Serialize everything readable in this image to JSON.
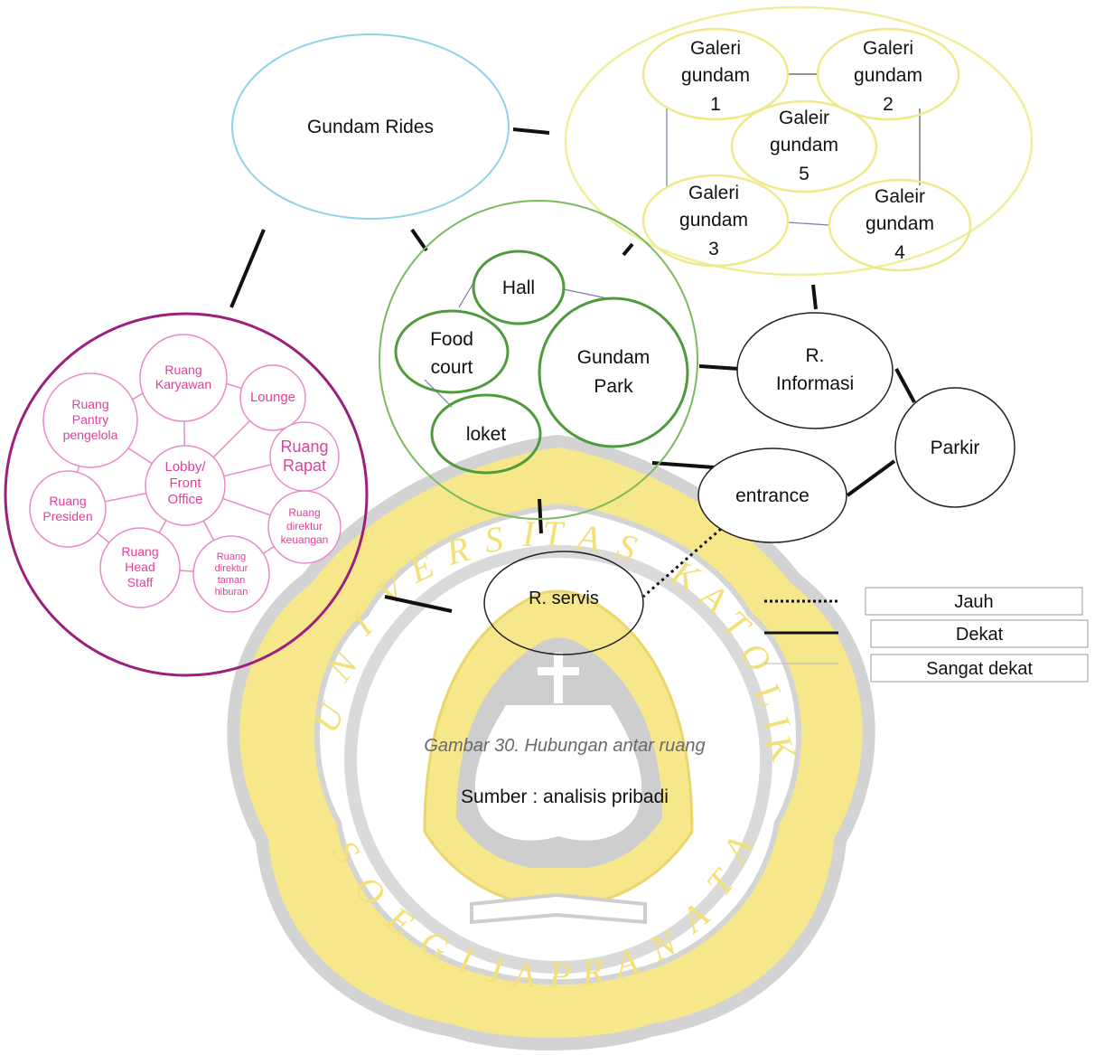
{
  "watermark": {
    "name": "Universitas Katolik Soegijapranata seal",
    "top_text": "UNIVERSITAS KATOLIK",
    "bottom_text": "SOEGIJAPRANATA",
    "colors": {
      "gold": "#f5e27a",
      "gray": "#c8c8c8",
      "white": "#ffffff"
    }
  },
  "nodes": {
    "gundam_rides": "Gundam Rides",
    "galeri_1": [
      "Galeri",
      "gundam",
      "1"
    ],
    "galeri_2": [
      "Galeri",
      "gundam",
      "2"
    ],
    "galeri_3": [
      "Galeri",
      "gundam",
      "3"
    ],
    "galeri_4": [
      "Galeir",
      "gundam",
      "4"
    ],
    "galeri_5": [
      "Galeir",
      "gundam",
      "5"
    ],
    "hall": "Hall",
    "food_court": [
      "Food",
      "court"
    ],
    "gundam_park": [
      "Gundam",
      "Park"
    ],
    "loket": "loket",
    "r_informasi": [
      "R.",
      "Informasi"
    ],
    "parkir": "Parkir",
    "entrance": "entrance",
    "r_servis": "R. servis"
  },
  "office": {
    "ruang_karyawan": [
      "Ruang",
      "Karyawan"
    ],
    "lounge": "Lounge",
    "ruang_pantry": [
      "Ruang",
      "Pantry",
      "pengelola"
    ],
    "ruang_rapat": [
      "Ruang",
      "Rapat"
    ],
    "lobby": [
      "Lobby/",
      "Front",
      "Office"
    ],
    "ruang_presiden": [
      "Ruang",
      "Presiden"
    ],
    "ruang_direktur_keuangan": [
      "Ruang",
      "direktur",
      "keuangan"
    ],
    "ruang_head_staff": [
      "Ruang",
      "Head",
      "Staff"
    ],
    "ruang_direktur_taman": [
      "Ruang",
      "direktur",
      "taman",
      "hiburan"
    ]
  },
  "legend": [
    "Jauh",
    "Dekat",
    "Sangat dekat"
  ],
  "caption": {
    "title": "Gambar 30. Hubungan antar ruang",
    "source": "Sumber  : analisis pribadi"
  },
  "colors": {
    "cyan": "#8fd3ea",
    "yellow": "#f0ee9a",
    "green": "#7cba5e",
    "dark_green": "#4f9a3a",
    "magenta": "#9c1f7e",
    "pink": "#e98ac8",
    "pink_text": "#e0409a",
    "line": "#111111"
  }
}
